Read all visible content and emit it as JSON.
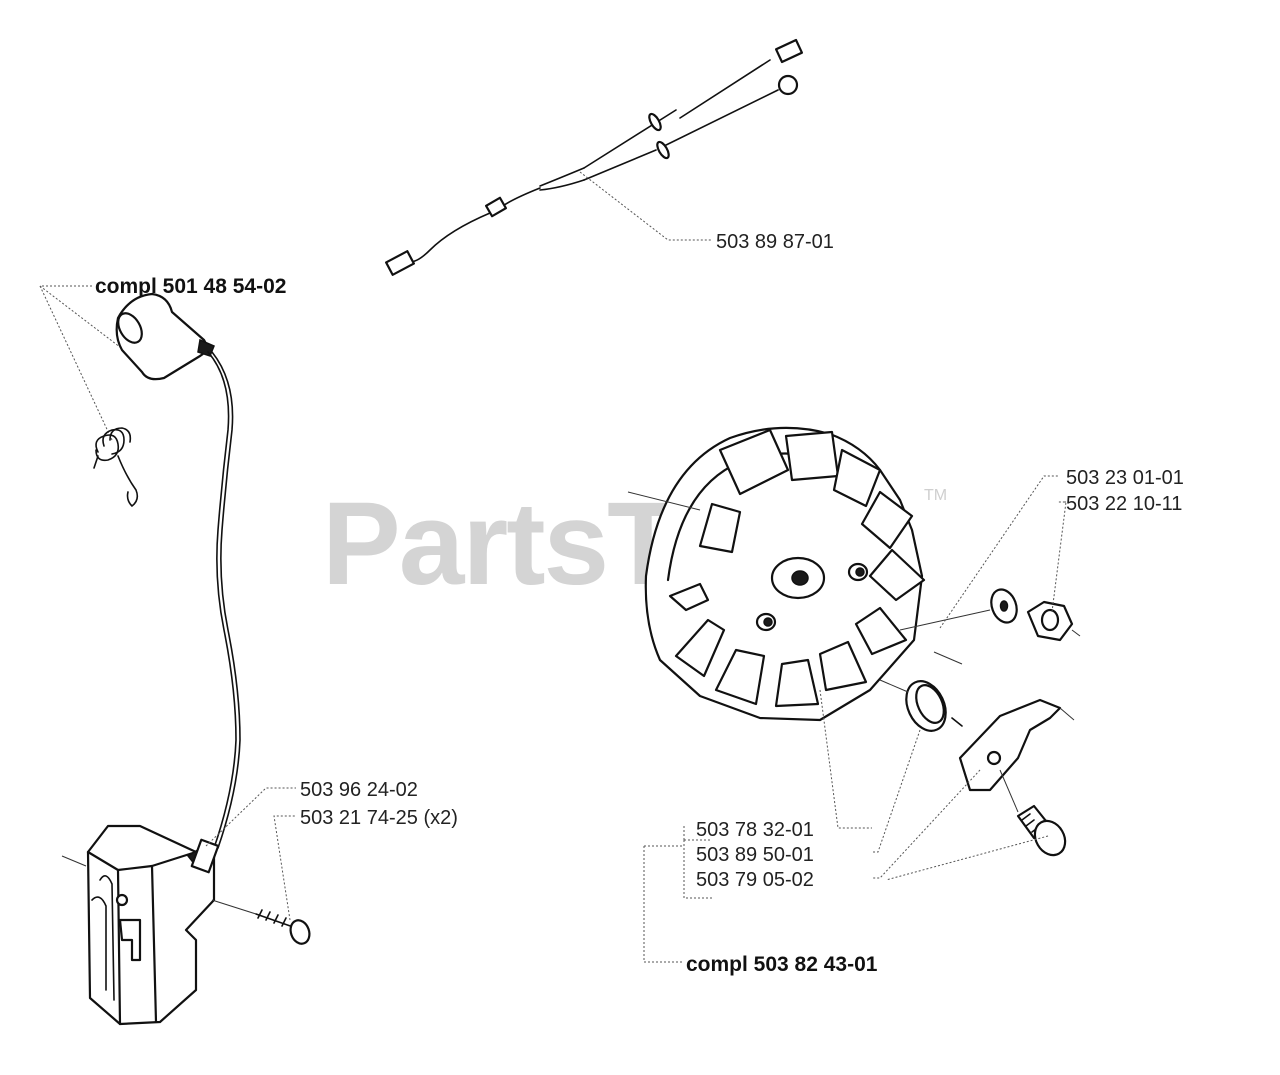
{
  "watermark": {
    "text": "PartsTree",
    "mark": "TM"
  },
  "labels": {
    "wire_harness": "503 89 87-01",
    "coil_compl": "compl 501 48 54-02",
    "coil": "503 96 24-02",
    "screw": "503 21 74-25 (x2)",
    "washer": "503 23 01-01",
    "nut": "503 22 10-11",
    "flywheel": "503 78 32-01",
    "pawl_spring": "503 89 50-01",
    "pawl": "503 79 05-02",
    "flywheel_compl": "compl 503 82 43-01"
  }
}
